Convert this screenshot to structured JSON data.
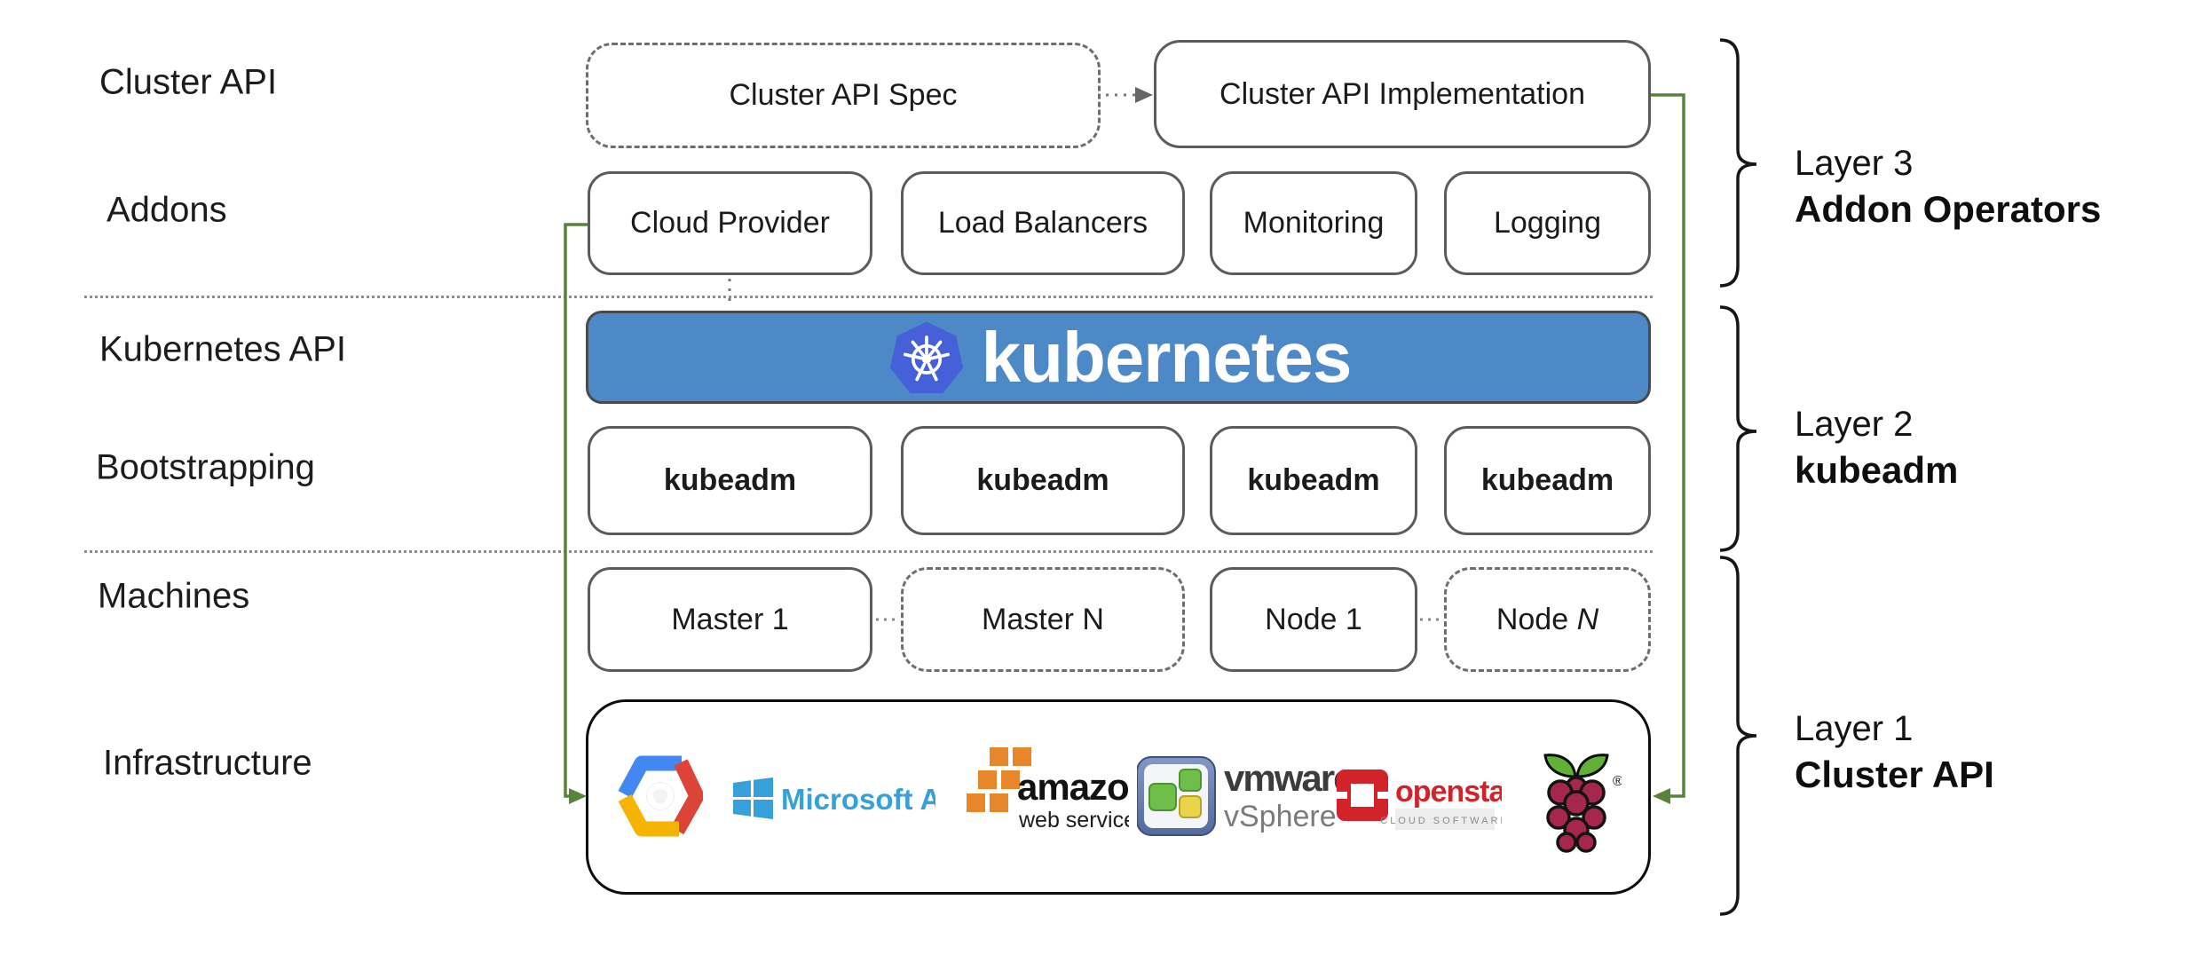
{
  "row_labels": {
    "cluster_api": "Cluster API",
    "addons": "Addons",
    "kubernetes_api": "Kubernetes API",
    "bootstrapping": "Bootstrapping",
    "machines": "Machines",
    "infrastructure": "Infrastructure"
  },
  "top_row": {
    "spec_label": "Cluster API Spec",
    "impl_label": "Cluster API Implementation"
  },
  "addons_row": [
    "Cloud Provider",
    "Load Balancers",
    "Monitoring",
    "Logging"
  ],
  "kubernetes_banner": {
    "label": "kubernetes"
  },
  "bootstrapping_row": [
    "kubeadm",
    "kubeadm",
    "kubeadm",
    "kubeadm"
  ],
  "machines_row": {
    "master1": "Master 1",
    "masterN": "Master N",
    "node1": "Node 1",
    "nodeN_prefix": "Node ",
    "nodeN_suffix": "N"
  },
  "layers": [
    {
      "name": "Layer 3",
      "subtitle": "Addon Operators"
    },
    {
      "name": "Layer 2",
      "subtitle": "kubeadm"
    },
    {
      "name": "Layer 1",
      "subtitle": "Cluster API"
    }
  ],
  "infrastructure": {
    "providers": [
      "Google Cloud Platform",
      "Microsoft Azure",
      "Amazon Web Services",
      "VMware vSphere",
      "OpenStack",
      "Raspberry Pi"
    ],
    "azure_text": "Microsoft Azure",
    "aws_text": "amazon",
    "aws_sub": "web services",
    "vmware_text": "vmware",
    "vmware_reg": "®",
    "vmware_sub": "vSphere",
    "openstack_text": "openstack",
    "openstack_tm": "™",
    "openstack_sub": "CLOUD SOFTWARE",
    "rpi_reg": "®"
  },
  "colors": {
    "banner_blue": "#4d88c7",
    "k8s_logo_blue": "#4660d8",
    "connector_green": "#57833a",
    "azure_blue": "#35a0da",
    "aws_orange": "#e8862c",
    "openstack_red": "#d2232a",
    "gcp_blue": "#4387f4",
    "gcp_red": "#db4437",
    "gcp_yellow": "#f4b400",
    "rpi_red": "#a5274e",
    "rpi_green": "#62b136"
  }
}
